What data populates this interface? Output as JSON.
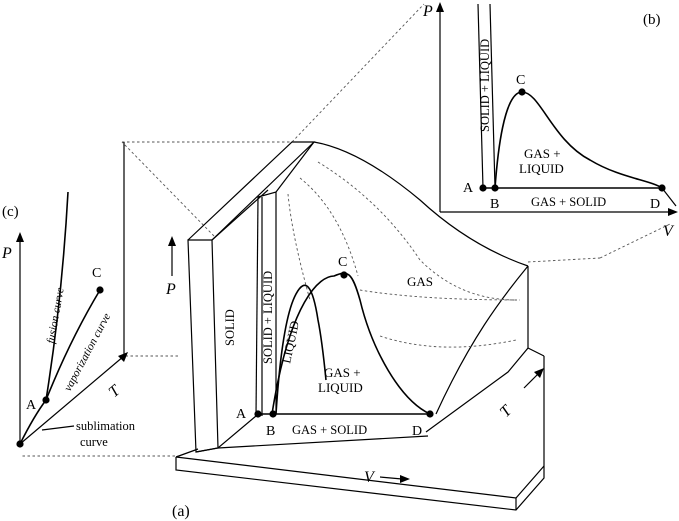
{
  "panels": {
    "a": {
      "tag": "(a)",
      "axis_p": "P",
      "axis_v": "V",
      "axis_t": "T",
      "regions": {
        "solid": "SOLID",
        "solid_liquid": "SOLID + LIQUID",
        "liquid": "LIQUID",
        "gas": "GAS",
        "gas_liquid_1": "GAS +",
        "gas_liquid_2": "LIQUID",
        "gas_solid": "GAS + SOLID"
      },
      "points": {
        "a": "A",
        "b": "B",
        "c": "C",
        "d": "D"
      }
    },
    "b": {
      "tag": "(b)",
      "axis_p": "P",
      "axis_v": "V",
      "regions": {
        "solid_liquid": "SOLID + LIQUID",
        "gas_liquid_1": "GAS +",
        "gas_liquid_2": "LIQUID",
        "gas_solid": "GAS + SOLID"
      },
      "points": {
        "a": "A",
        "b": "B",
        "c": "C",
        "d": "D"
      }
    },
    "c": {
      "tag": "(c)",
      "axis_p": "P",
      "axis_t": "T",
      "curves": {
        "fusion": "fusion curve",
        "vaporization": "vaporization curve",
        "sublimation_1": "sublimation",
        "sublimation_2": "curve"
      },
      "points": {
        "a": "A",
        "c": "C"
      }
    }
  }
}
